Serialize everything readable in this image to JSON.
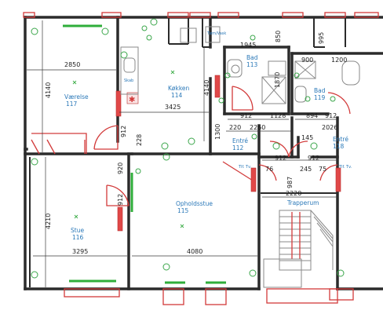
{
  "rooms": [
    {
      "name": "Værelse",
      "number": "117"
    },
    {
      "name": "Køkken",
      "number": "114"
    },
    {
      "name": "Bad",
      "number": "113"
    },
    {
      "name": "Bad",
      "number": "119"
    },
    {
      "name": "Entré",
      "number": "112"
    },
    {
      "name": "Entré",
      "number": "118"
    },
    {
      "name": "Stue",
      "number": "116"
    },
    {
      "name": "Opholdsstue",
      "number": "115"
    },
    {
      "name": "Trapperum",
      "number": ""
    }
  ],
  "dimensions": {
    "w_2850": "2850",
    "h_4140_left": "4140",
    "w_3425": "3425",
    "h_4140_mid": "4140",
    "w_1945": "1945",
    "h_850": "850",
    "h_995": "995",
    "w_900": "900",
    "w_1200": "1200",
    "h_1870": "1870",
    "w_912_a": "912",
    "w_1128": "1128",
    "w_894": "894",
    "w_912_b": "912",
    "w_220": "220",
    "w_2260": "2260",
    "w_2026": "2026",
    "h_1300": "1300",
    "h_912_left": "912",
    "h_228": "228",
    "h_920": "920",
    "h_912_stue": "912",
    "h_4210": "4210",
    "w_3295": "3295",
    "w_4080": "4080",
    "w_145": "145",
    "w_912_c": "912",
    "w_912_d": "912",
    "w_76": "76",
    "w_245": "245",
    "w_75": "75",
    "h_987": "987",
    "w_2220": "2220"
  },
  "labels": {
    "tlf_tv_left": "Tlf. Tv.",
    "tlf_tv_right": "Tlf. Tv.",
    "small_counter": "Tøm/Vask",
    "small_label2": "Skab"
  }
}
